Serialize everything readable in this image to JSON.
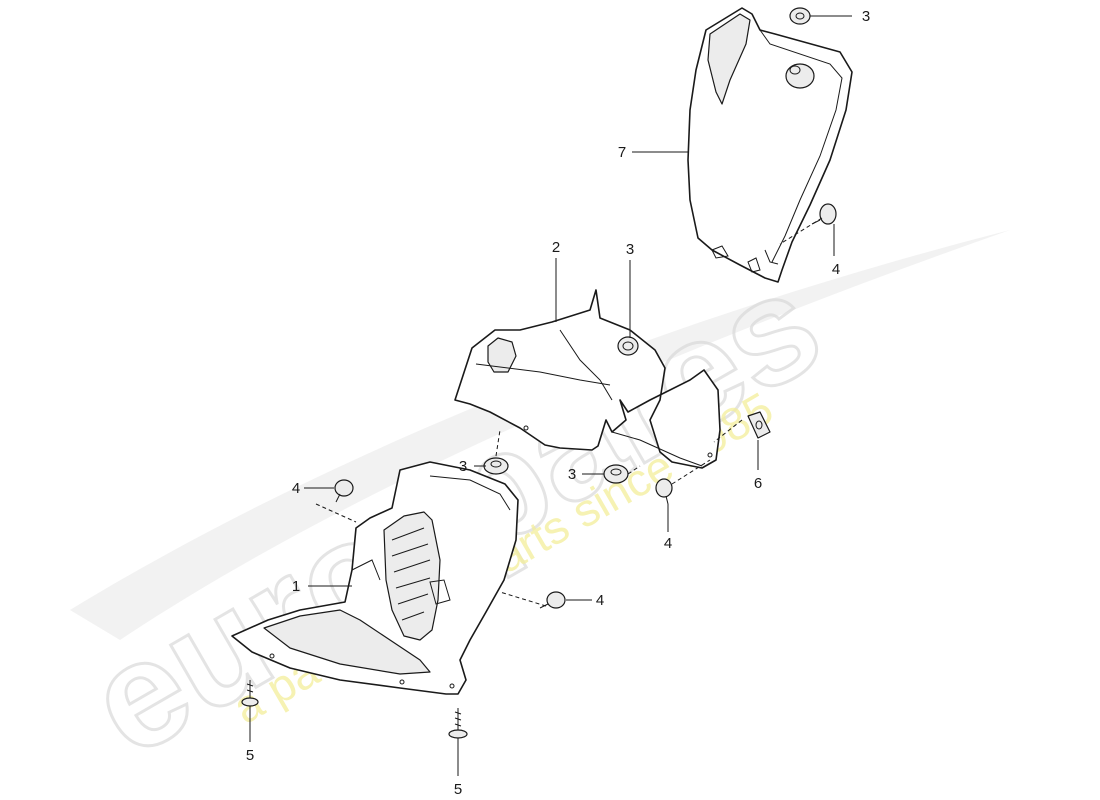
{
  "diagram": {
    "watermark": {
      "brand": "eurospares",
      "tagline": "a passion for parts since 1985"
    },
    "callouts": [
      {
        "id": "c1",
        "label": "1"
      },
      {
        "id": "c2",
        "label": "2"
      },
      {
        "id": "c3a",
        "label": "3"
      },
      {
        "id": "c3b",
        "label": "3"
      },
      {
        "id": "c3c",
        "label": "3"
      },
      {
        "id": "c3d",
        "label": "3"
      },
      {
        "id": "c4a",
        "label": "4"
      },
      {
        "id": "c4b",
        "label": "4"
      },
      {
        "id": "c4c",
        "label": "4"
      },
      {
        "id": "c4d",
        "label": "4"
      },
      {
        "id": "c5a",
        "label": "5"
      },
      {
        "id": "c5b",
        "label": "5"
      },
      {
        "id": "c6",
        "label": "6"
      },
      {
        "id": "c7",
        "label": "7"
      }
    ],
    "colors": {
      "line": "#1a1a1a",
      "watermark_outline": "#d9d9d9",
      "watermark_tagline": "#f3ee9a"
    }
  }
}
